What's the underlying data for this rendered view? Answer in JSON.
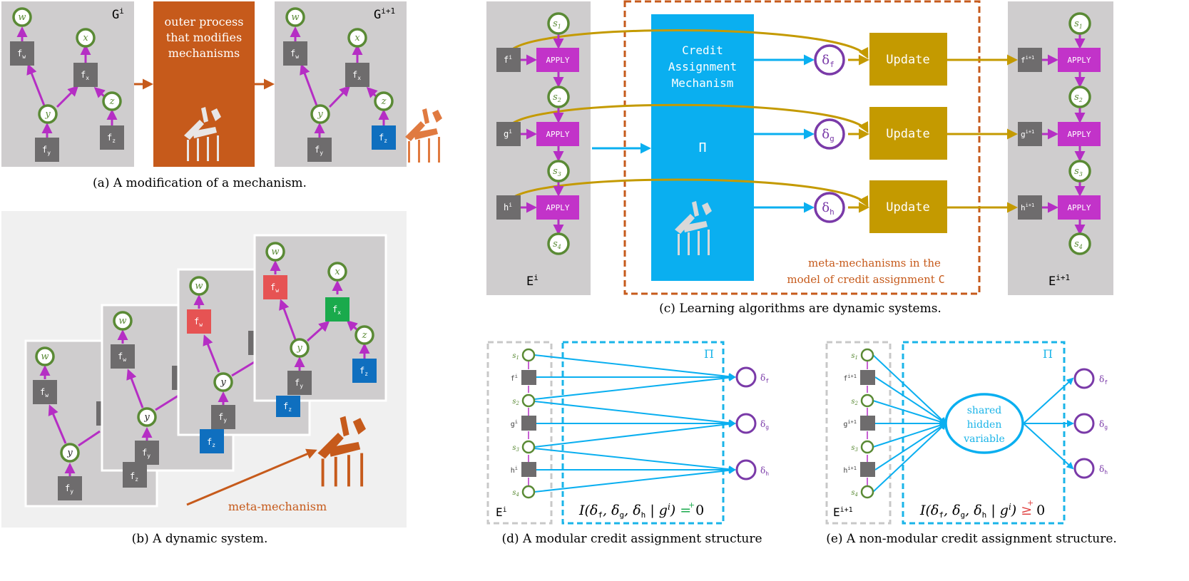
{
  "colors": {
    "panel_gray": "#cfcdce",
    "node_green": "#5a8a35",
    "edge_purple": "#b52ec4",
    "mech_gray": "#6e6c6d",
    "mech_blue": "#0f6fbf",
    "mech_red": "#e65353",
    "mech_green": "#1aaa4c",
    "outer_orange": "#c65a1b",
    "credit_blue": "#0aaff0",
    "apply_magenta": "#c233c9",
    "update_gold": "#c49a00",
    "delta_purple": "#7a3aa8",
    "bg_light": "#f0f0f0"
  },
  "icons": {
    "hands": "puppeteer-hands-icon"
  },
  "panel_a": {
    "label_left": "G",
    "label_left_sup": "i",
    "label_right": "G",
    "label_right_sup": "i+1",
    "outer_line1": "outer process",
    "outer_line2": "that modifies",
    "outer_line3": "mechanisms",
    "nodes": {
      "w": "w",
      "x": "x",
      "y": "y",
      "z": "z"
    },
    "mechs": {
      "fw": "f",
      "fw_sub": "w",
      "fx": "f",
      "fx_sub": "x",
      "fy": "f",
      "fy_sub": "y",
      "fz": "f",
      "fz_sub": "z"
    },
    "caption": "(a) A modification of a mechanism."
  },
  "panel_b": {
    "meta_label": "meta-mechanism",
    "caption": "(b) A dynamic system."
  },
  "panel_c": {
    "label_left": "E",
    "label_left_sup": "i",
    "label_right": "E",
    "label_right_sup": "i+1",
    "states": [
      "s",
      "s",
      "s",
      "s"
    ],
    "state_subs": [
      "1",
      "2",
      "3",
      "4"
    ],
    "mech_left": [
      {
        "b": "f",
        "s": "i"
      },
      {
        "b": "g",
        "s": "i"
      },
      {
        "b": "h",
        "s": "i"
      }
    ],
    "mech_right": [
      {
        "b": "f",
        "s": "i+1"
      },
      {
        "b": "g",
        "s": "i+1"
      },
      {
        "b": "h",
        "s": "i+1"
      }
    ],
    "apply": "APPLY",
    "credit_line1": "Credit",
    "credit_line2": "Assignment",
    "credit_line3": "Mechanism",
    "pi": "Π",
    "deltas": [
      {
        "b": "δ",
        "s": "f"
      },
      {
        "b": "δ",
        "s": "g"
      },
      {
        "b": "δ",
        "s": "h"
      }
    ],
    "update": "Update",
    "meta_line1": "meta-mechanisms in the",
    "meta_line2": "model of credit assignment",
    "meta_line2_code": "C",
    "caption": "(c) Learning algorithms are dynamic systems."
  },
  "panel_d": {
    "label": "E",
    "label_sup": "i",
    "pi": "Π",
    "mech_labels": [
      {
        "b": "f",
        "s": "i"
      },
      {
        "b": "g",
        "s": "i"
      },
      {
        "b": "h",
        "s": "i"
      }
    ],
    "formula_prefix": "I(δ",
    "formula_sep": ", δ",
    "formula_bar": " | g",
    "formula_close": ")",
    "formula_rel": "=",
    "formula_rel_mark": "+",
    "formula_zero": "0",
    "sub_f": "f",
    "sub_g": "g",
    "sub_h": "h",
    "sup_i": "i",
    "caption": "(d) A modular credit assignment structure"
  },
  "panel_e": {
    "label": "E",
    "label_sup": "i+1",
    "pi": "Π",
    "mech_labels": [
      {
        "b": "f",
        "s": "i+1"
      },
      {
        "b": "g",
        "s": "i+1"
      },
      {
        "b": "h",
        "s": "i+1"
      }
    ],
    "hidden_line1": "shared",
    "hidden_line2": "hidden",
    "hidden_line3": "variable",
    "formula_rel": "≥",
    "formula_rel_mark": "+",
    "formula_zero": "0",
    "caption": "(e) A non-modular credit assignment structure."
  }
}
